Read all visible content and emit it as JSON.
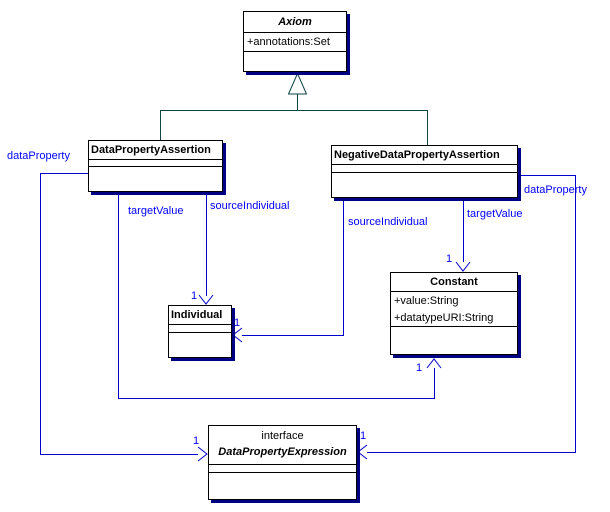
{
  "classes": {
    "axiom": {
      "name": "Axiom",
      "attributes": [
        "+annotations:Set"
      ]
    },
    "data_property_assertion": {
      "name": "DataPropertyAssertion"
    },
    "negative_data_property_assertion": {
      "name": "NegativeDataPropertyAssertion"
    },
    "individual": {
      "name": "Individual"
    },
    "constant": {
      "name": "Constant",
      "attributes": [
        "+value:String",
        "+datatypeURI:String"
      ]
    },
    "data_property_expression": {
      "stereotype": "interface",
      "name": "DataPropertyExpression"
    }
  },
  "associations": {
    "dpa_data_property": {
      "label": "dataProperty",
      "multiplicity": "1"
    },
    "dpa_target_value": {
      "label": "targetValue",
      "multiplicity": "1"
    },
    "dpa_source_individual": {
      "label": "sourceIndividual",
      "multiplicity": "1"
    },
    "ndpa_source_individual": {
      "label": "sourceIndividual",
      "multiplicity": "1"
    },
    "ndpa_target_value": {
      "label": "targetValue",
      "multiplicity": "1"
    },
    "ndpa_data_property": {
      "label": "dataProperty",
      "multiplicity": "1"
    }
  },
  "colors": {
    "association": "#0000cd",
    "association_label": "#0000ff",
    "generalization": "#0d4545",
    "box_border": "#000000",
    "box_fill": "#ffffff",
    "shadow": "#000082",
    "background": "#ffffff"
  }
}
